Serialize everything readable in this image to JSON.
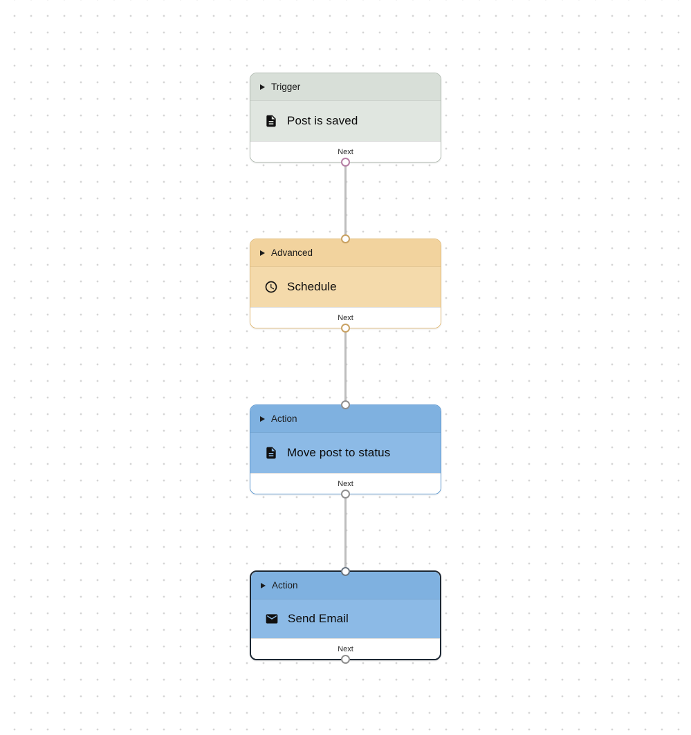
{
  "canvas": {
    "background": "#ffffff",
    "grid_dot_color": "#d5d5d5",
    "edge_color": "#bdbdbd"
  },
  "nodes": [
    {
      "category": "Trigger",
      "title": "Post is saved",
      "icon": "document-icon",
      "footer_label": "Next",
      "selected": false,
      "colors": {
        "header": "#d8dfd8",
        "body": "#e0e6e0",
        "border": "#b3bdb3",
        "handle_top": null,
        "handle_bottom": "#b57fa4"
      }
    },
    {
      "category": "Advanced",
      "title": "Schedule",
      "icon": "clock-icon",
      "footer_label": "Next",
      "selected": false,
      "colors": {
        "header": "#f2d39e",
        "body": "#f4daab",
        "border": "#e3bc79",
        "handle_top": "#c9a263",
        "handle_bottom": "#c9a263"
      }
    },
    {
      "category": "Action",
      "title": "Move post to status",
      "icon": "document-icon",
      "footer_label": "Next",
      "selected": false,
      "colors": {
        "header": "#7fb1e0",
        "body": "#8cbae6",
        "border": "#5f9ad2",
        "handle_top": "#8f8f8f",
        "handle_bottom": "#8f8f8f"
      }
    },
    {
      "category": "Action",
      "title": "Send Email",
      "icon": "mail-icon",
      "footer_label": "Next",
      "selected": true,
      "colors": {
        "header": "#7fb1e0",
        "body": "#8cbae6",
        "border": "#1c2733",
        "handle_top": "#6b7682",
        "handle_bottom": "#8f8f8f"
      }
    }
  ]
}
